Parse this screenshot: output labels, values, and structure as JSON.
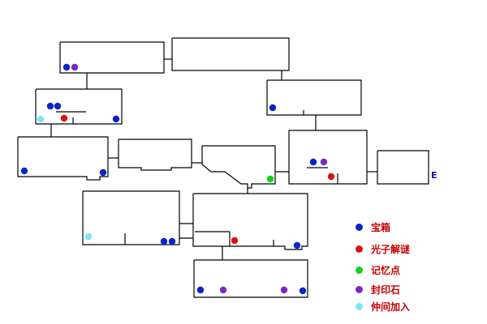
{
  "exit_label": "E",
  "colors": {
    "treasure": "#0a24c8",
    "puzzle": "#e01010",
    "memory": "#10d21c",
    "seal": "#7a28c8",
    "companion": "#7ae8f4",
    "legend_text": "#c80000",
    "exit_text": "#1010a0",
    "wall": "#000000"
  },
  "legend": [
    {
      "key": "treasure",
      "label": "宝箱"
    },
    {
      "key": "puzzle",
      "label": "光子解谜"
    },
    {
      "key": "memory",
      "label": "记忆点"
    },
    {
      "key": "seal",
      "label": "封印石"
    },
    {
      "key": "companion",
      "label": "仲间加入"
    }
  ]
}
